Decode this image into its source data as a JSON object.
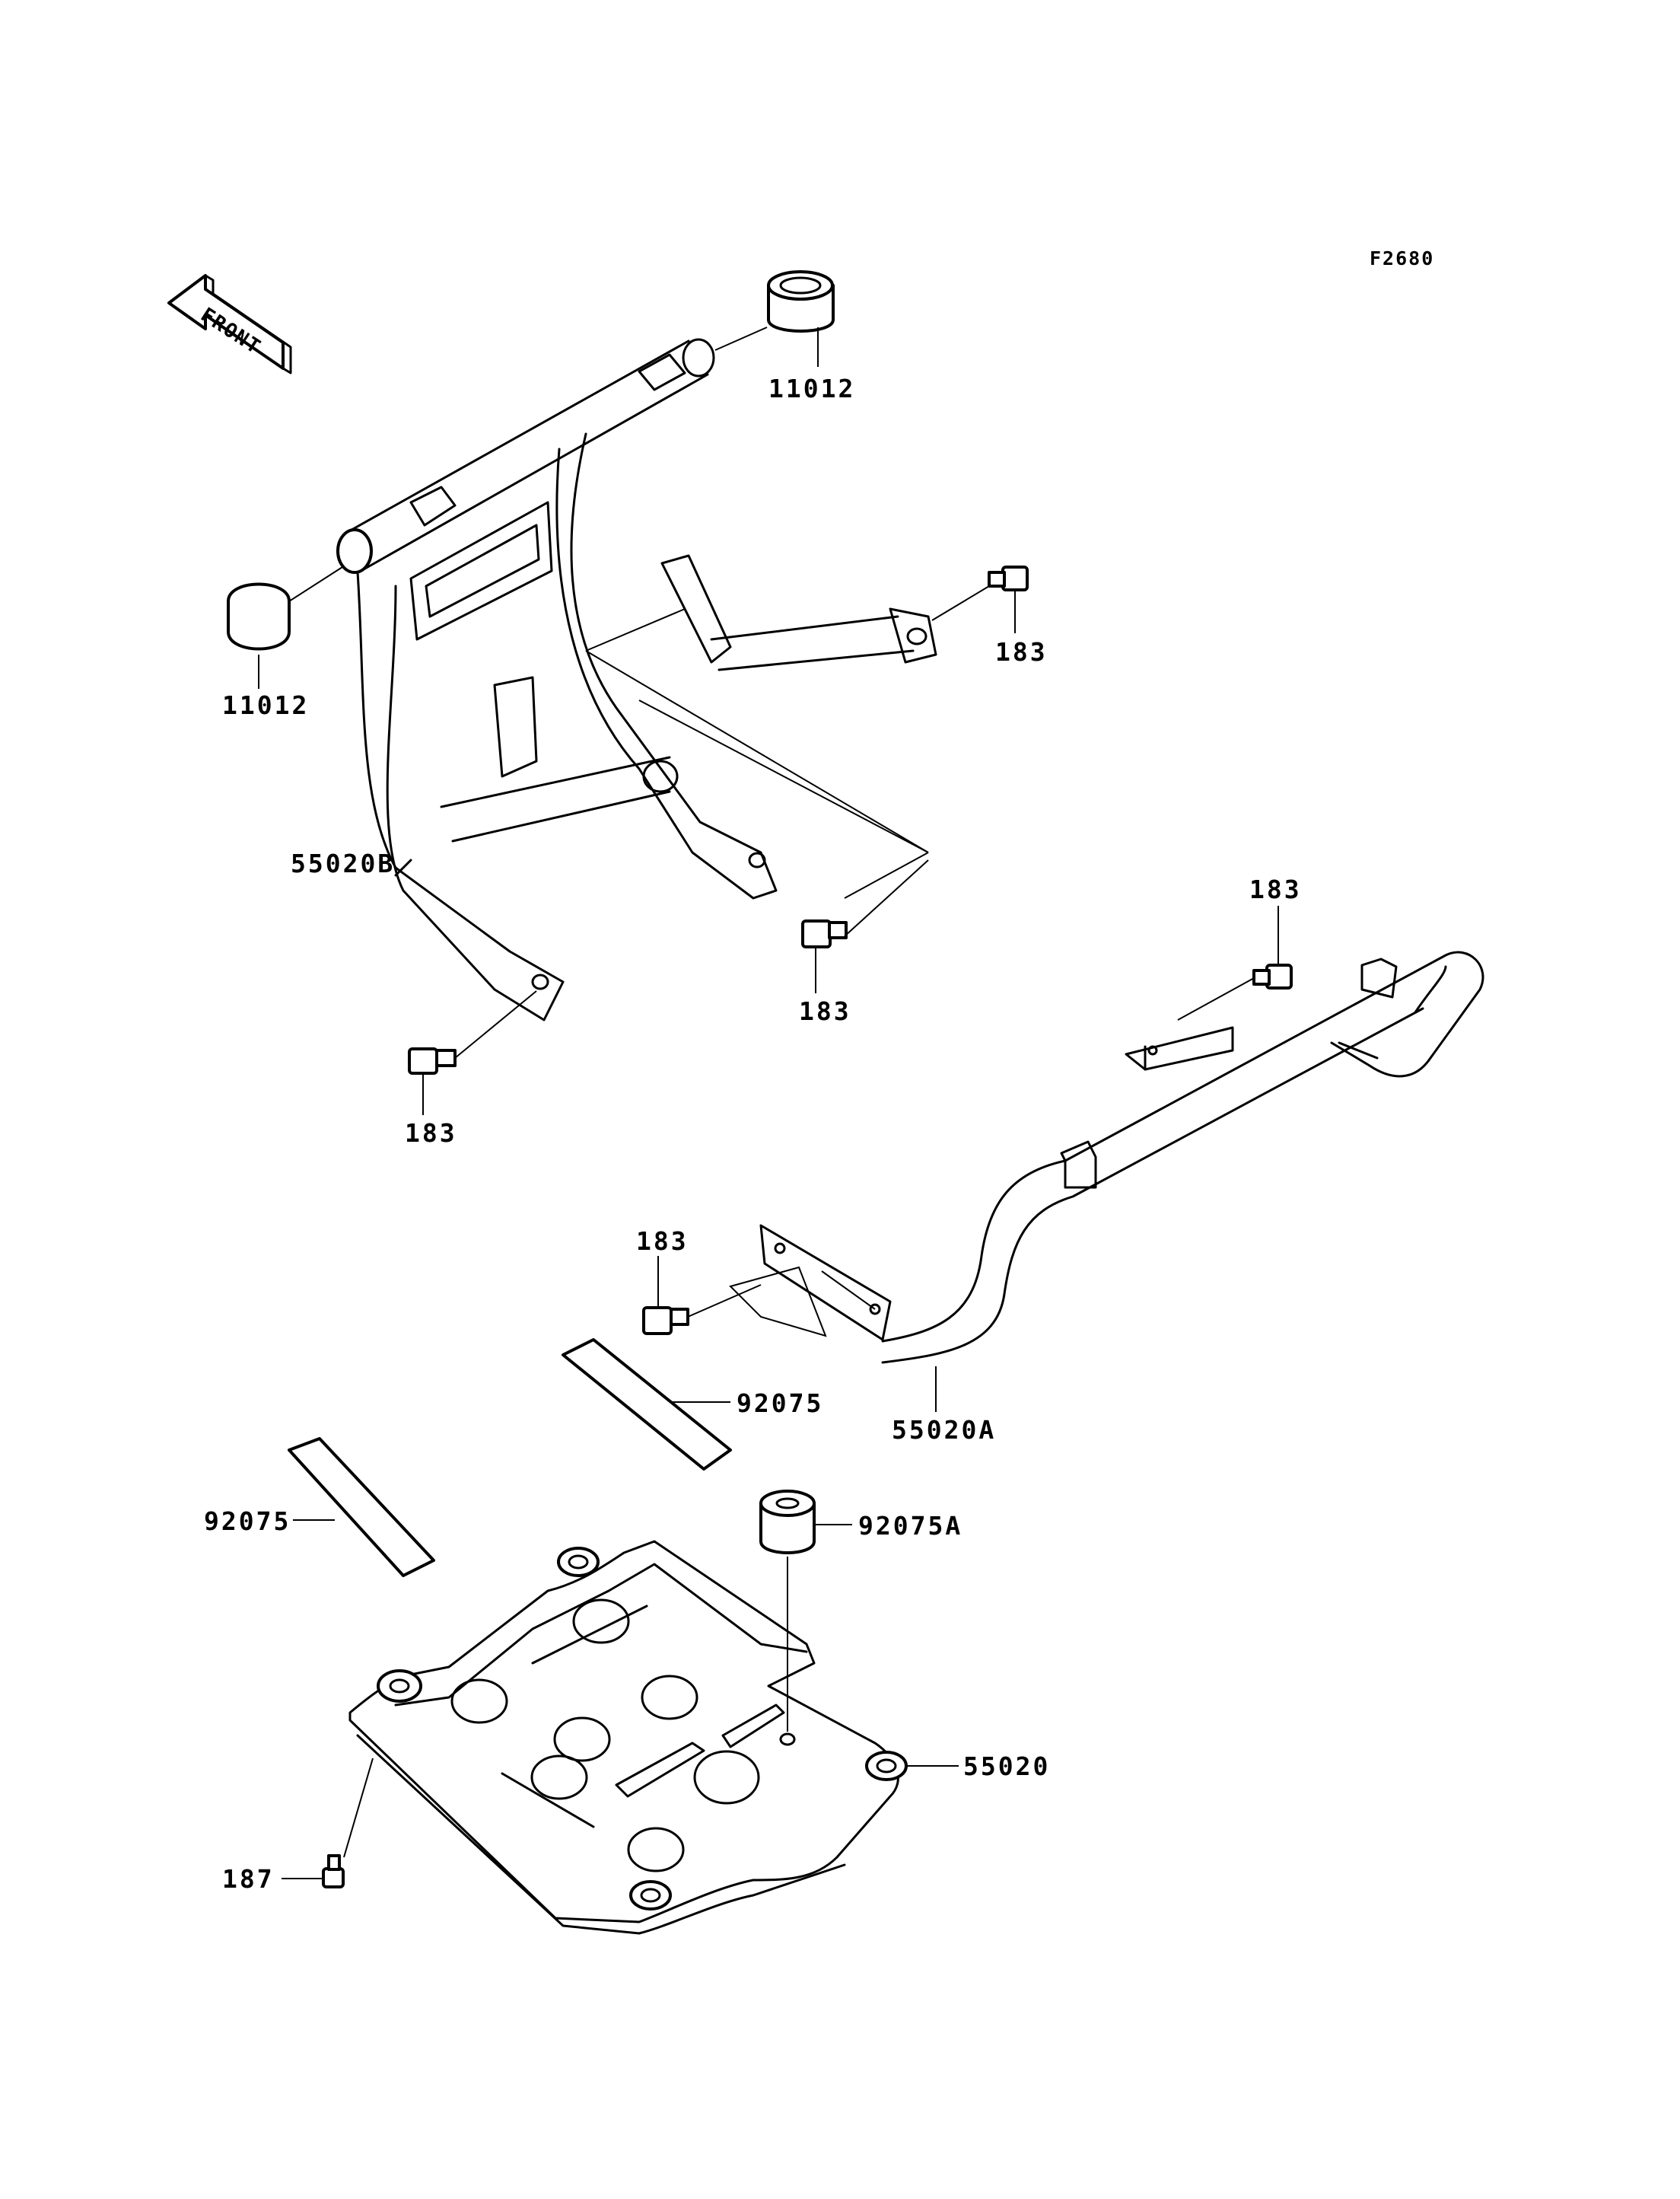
{
  "figure_code": "F2680",
  "front_label": "FRONT",
  "labels": {
    "cap_right": "11012",
    "cap_left": "11012",
    "bolt_upper_right": "183",
    "guard_b": "55020B",
    "bolt_center": "183",
    "bolt_left": "183",
    "bolt_right": "183",
    "bolt_mid": "183",
    "pad_upper": "92075",
    "guard_a": "55020A",
    "pad_left": "92075",
    "damper": "92075A",
    "skid_plate": "55020",
    "screw": "187"
  }
}
